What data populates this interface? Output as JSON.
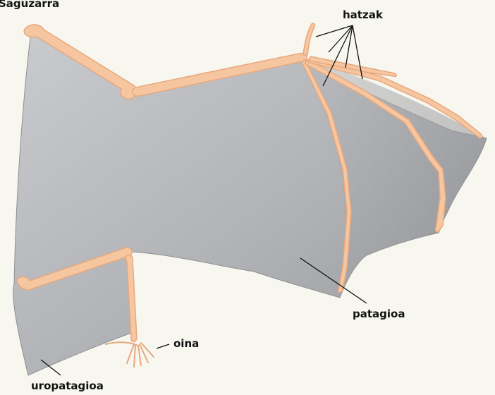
{
  "title": "Saguzarra",
  "labels": {
    "fingers": "hatzak",
    "wing_membrane": "patagioa",
    "foot": "oina",
    "tail_membrane": "uropatagioa"
  },
  "colors": {
    "background": "#f7f7ef",
    "membrane_light": "#bfc1c4",
    "membrane_dark": "#9a9ca0",
    "bone": "#f6c6a0",
    "bone_edge": "#e7a87e",
    "line": "#111111"
  }
}
